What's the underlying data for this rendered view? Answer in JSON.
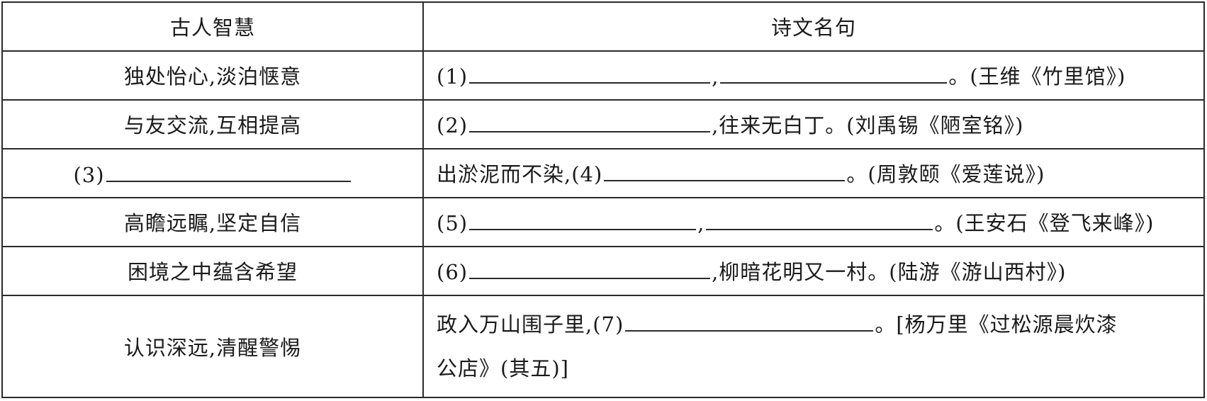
{
  "header": {
    "left": "古人智慧",
    "right": "诗文名句"
  },
  "rows": [
    {
      "wisdom": "独处怡心,淡泊惬意",
      "p1": "(1)",
      "p2": ",",
      "p3": "。(王维《竹里馆》)"
    },
    {
      "wisdom": "与友交流,互相提高",
      "p1": "(2)",
      "p2": ",往来无白丁。(刘禹锡《陋室铭》)"
    },
    {
      "wisdom_prefix": "(3)",
      "p1": "出淤泥而不染,(4)",
      "p2": "。(周敦颐《爱莲说》)"
    },
    {
      "wisdom": "高瞻远瞩,坚定自信",
      "p1": "(5)",
      "p2": ",",
      "p3": "。(王安石《登飞来峰》)"
    },
    {
      "wisdom": "困境之中蕴含希望",
      "p1": "(6)",
      "p2": ",柳暗花明又一村。(陆游《游山西村》)"
    },
    {
      "wisdom": "认识深远,清醒警惕",
      "p1": "政入万山围子里,(7)",
      "p2": "。[杨万里《过松源晨炊漆",
      "p3": "公店》(其五)]"
    }
  ]
}
